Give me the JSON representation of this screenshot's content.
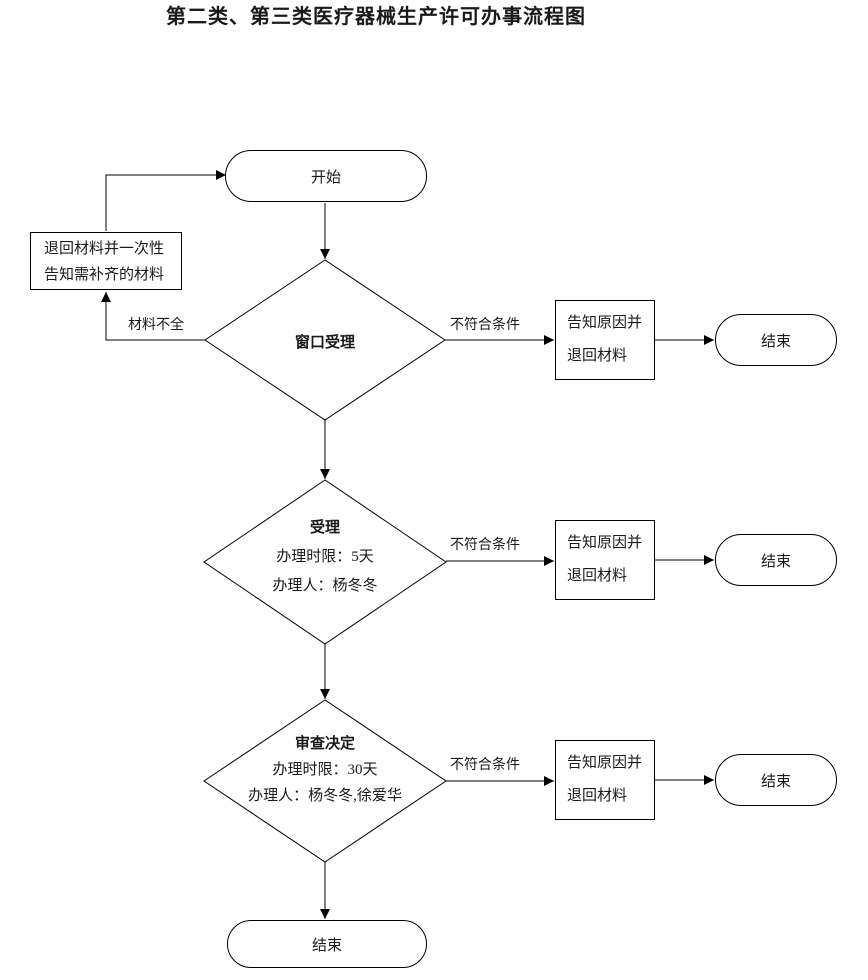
{
  "title": "第二类、第三类医疗器械生产许可办事流程图",
  "nodes": {
    "start": {
      "label": "开始"
    },
    "return_materials": {
      "line1": "退回材料并一次性",
      "line2": "告知需补齐的材料"
    },
    "window_acceptance": {
      "label": "窗口受理"
    },
    "acceptance": {
      "title": "受理",
      "time_limit": "办理时限：5天",
      "handler": "办理人：杨冬冬"
    },
    "review_decision": {
      "title": "审查决定",
      "time_limit": "办理时限：30天",
      "handler": "办理人：杨冬冬,徐爱华"
    },
    "notify_return": {
      "line1": "告知原因并",
      "line2": "退回材料"
    },
    "end": {
      "label": "结束"
    }
  },
  "edge_labels": {
    "incomplete_materials": "材料不全",
    "not_eligible": "不符合条件"
  },
  "colors": {
    "line": "#000000",
    "text": "#1a1a1a",
    "background": "#ffffff"
  }
}
